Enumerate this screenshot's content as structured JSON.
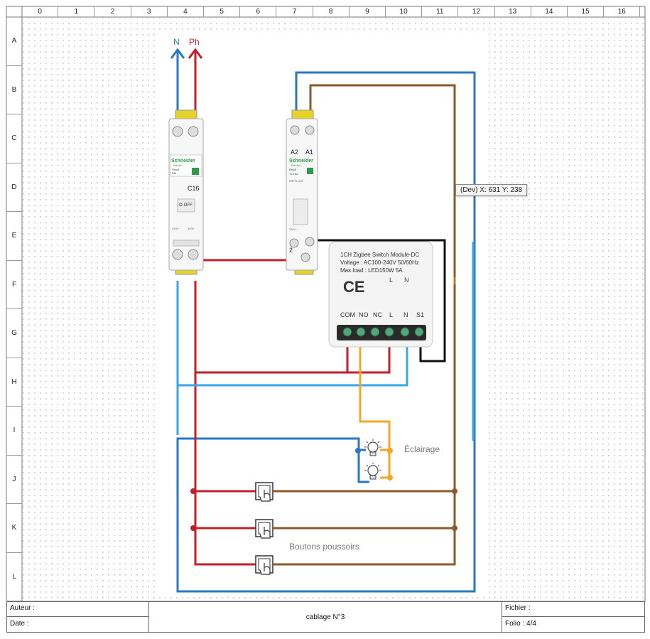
{
  "grid": {
    "columns": [
      "0",
      "1",
      "2",
      "3",
      "4",
      "5",
      "6",
      "7",
      "8",
      "9",
      "10",
      "11",
      "12",
      "13",
      "14",
      "15",
      "16"
    ],
    "rows": [
      "A",
      "B",
      "C",
      "D",
      "E",
      "F",
      "G",
      "H",
      "I",
      "J",
      "K",
      "L"
    ]
  },
  "colors": {
    "neutral": "#2a78c2",
    "phase": "#c0202a",
    "return": "#8b5a2b",
    "lamp": "#f5a623",
    "black": "#111111",
    "light_blue": "#3aa6e6"
  },
  "supply": {
    "neutral_label": "N",
    "phase_label": "Ph"
  },
  "breaker": {
    "brand": "Schneider",
    "brand_sub": "Electric",
    "model": "Resi9",
    "type": "DM",
    "rating": "C16",
    "state": "O-OFF",
    "spec": "230V~",
    "spec2": "3000"
  },
  "relay": {
    "brand": "Schneider",
    "brand_sub": "Electric",
    "model": "Resi9",
    "type": "TL 16A",
    "ref": "R9PTL316",
    "term_a2": "A2",
    "term_a1": "A1",
    "term_2": "2",
    "spec": "230V~"
  },
  "module": {
    "line1": "1CH Zigbee Switch Module-DC",
    "line2": "Voltage : AC100-240V 50/60Hz",
    "line3": "Max.load : LED150W 5A",
    "ce": "CE",
    "top_l": "L",
    "top_n": "N",
    "terminals": [
      "COM",
      "NO",
      "NC",
      "L",
      "N",
      "S1"
    ]
  },
  "labels": {
    "lighting": "Éclairage",
    "push_buttons": "Boutons poussoirs"
  },
  "tooltip": "(Dev) X: 631 Y: 238",
  "cartouche": {
    "author_label": "Auteur :",
    "date_label": "Date :",
    "title": "cablage N°3",
    "file_label": "Fichier :",
    "folio_label": "Folio :",
    "folio_value": "4/4"
  }
}
